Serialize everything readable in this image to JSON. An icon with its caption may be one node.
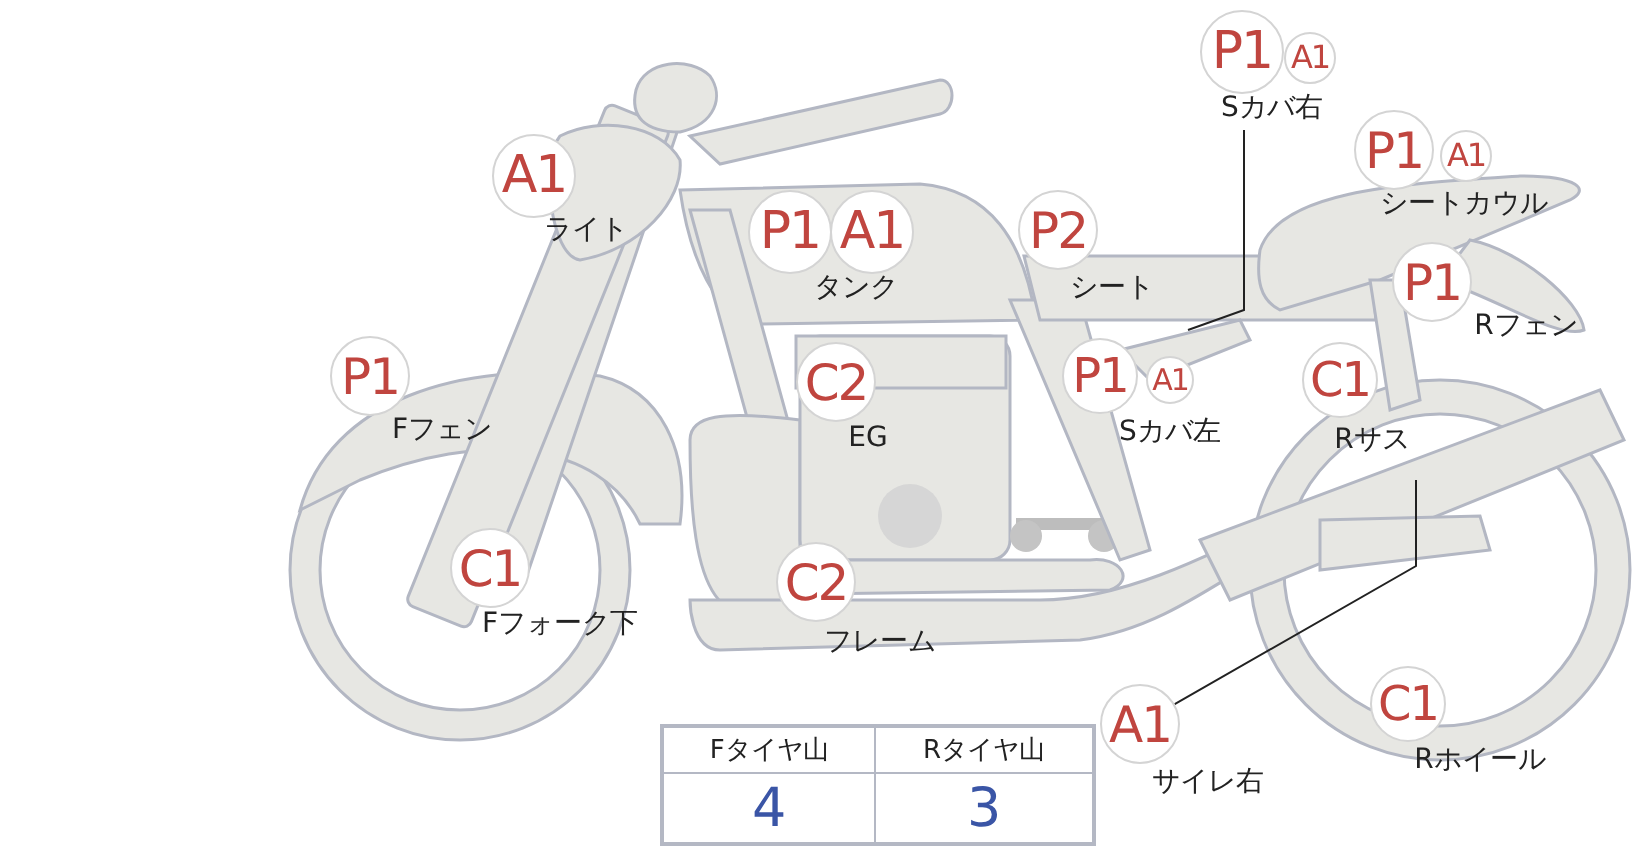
{
  "diagram": {
    "nodes": [
      {
        "text": [
          "P1"
        ],
        "beside": [
          "Sカバ右"
        ]
      },
      {
        "text": [
          "A1"
        ]
      },
      {
        "text": [
          "P1"
        ],
        "beside": [
          "シートカウル"
        ]
      },
      {
        "text": [
          "A1"
        ]
      },
      {
        "text": [
          "A1"
        ],
        "beside": [
          "ライト"
        ]
      },
      {
        "text": [
          "P1"
        ],
        "beside": [
          "タンク"
        ]
      },
      {
        "text": [
          "A1"
        ]
      },
      {
        "text": [
          "P2"
        ],
        "beside": [
          "シート"
        ]
      },
      {
        "text": [
          "P1"
        ],
        "beside": [
          "Rフェン"
        ]
      },
      {
        "text": [
          "P1"
        ],
        "beside": [
          "Fフェン"
        ]
      },
      {
        "text": [
          "C2"
        ],
        "beside": [
          "EG"
        ]
      },
      {
        "text": [
          "P1"
        ],
        "beside": [
          "Sカバ左"
        ]
      },
      {
        "text": [
          "A1"
        ]
      },
      {
        "text": [
          "C1"
        ],
        "beside": [
          "Rサス"
        ]
      },
      {
        "text": [
          "C1"
        ],
        "beside": [
          "Fフォーク下"
        ]
      },
      {
        "text": [
          "C2"
        ],
        "beside": [
          "フレーム"
        ]
      },
      {
        "text": [
          "A1"
        ],
        "beside": [
          "サイレ右"
        ]
      },
      {
        "text": [
          "C1"
        ],
        "beside": [
          "Rホイール"
        ]
      }
    ],
    "edges": [
      {
        "from": 0,
        "to": null,
        "arrow": "none"
      },
      {
        "from": 16,
        "to": null,
        "arrow": "none"
      }
    ],
    "labels": [
      "Fタイヤ山",
      "Rタイヤ山",
      "4",
      "3"
    ]
  }
}
